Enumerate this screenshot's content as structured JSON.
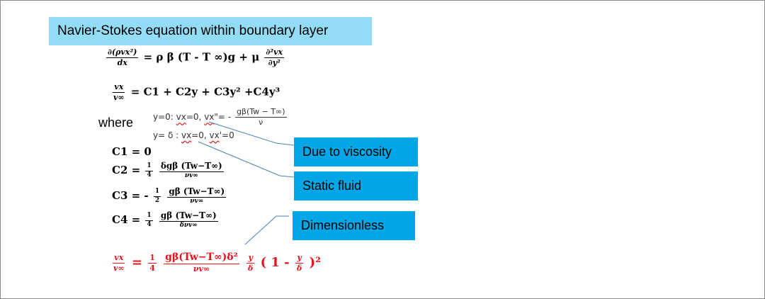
{
  "title": "Navier-Stokes equation within boundary layer",
  "eq1": {
    "lhs_num": "∂(ρvx²)",
    "lhs_den": "dx",
    "middle": "= ρ β (T - T ∞)g + μ",
    "rhs_num": "∂²vx",
    "rhs_den": "∂y²"
  },
  "eq2": {
    "lhs_num": "vx",
    "lhs_den": "v∞",
    "rhs": "= C1 + C2y + C3y² +C4y³"
  },
  "where_label": "where",
  "conditions": {
    "line1_prefix": "y=0: ",
    "line1_v": "vx",
    "line1_mid": "=0,  ",
    "line1_v2": "vx",
    "line1_eq": "\"= -",
    "line1_frac_num": "gβ(Tw − T∞)",
    "line1_frac_den": "ν",
    "line2_prefix": "y= δ : ",
    "line2_v": "vx",
    "line2_mid": "=0,  ",
    "line2_v2": "vx",
    "line2_end": "'=0"
  },
  "coefficients": {
    "c1": "C1 = 0",
    "c2_lhs": "C2 =",
    "c2_q_num": "1",
    "c2_q_den": "4",
    "c2_num": "δgβ (Tw−T∞)",
    "c2_den": "νv∞",
    "c3_lhs": "C3 = -",
    "c3_q_num": "1",
    "c3_q_den": "2",
    "c3_num": "gβ (Tw−T∞)",
    "c3_den": "νv∞",
    "c4_lhs": "C4 =",
    "c4_q_num": "1",
    "c4_q_den": "4",
    "c4_num": "gβ (Tw−T∞)",
    "c4_den": "δνv∞"
  },
  "final_eq": {
    "lhs_num": "vx",
    "lhs_den": "v∞",
    "eq": "=",
    "q_num": "1",
    "q_den": "4",
    "main_num": "gβ(Tw−T∞)δ²",
    "main_den": "νv∞",
    "y_num": "y",
    "y_den": "δ",
    "paren_open": "( 1 -",
    "y2_num": "y",
    "y2_den": "δ",
    "paren_close": ")²",
    "color": "#e8101a"
  },
  "callouts": {
    "viscosity": "Due to viscosity",
    "static": "Static fluid",
    "dimensionless": "Dimensionless",
    "color": "#00a6e6"
  }
}
